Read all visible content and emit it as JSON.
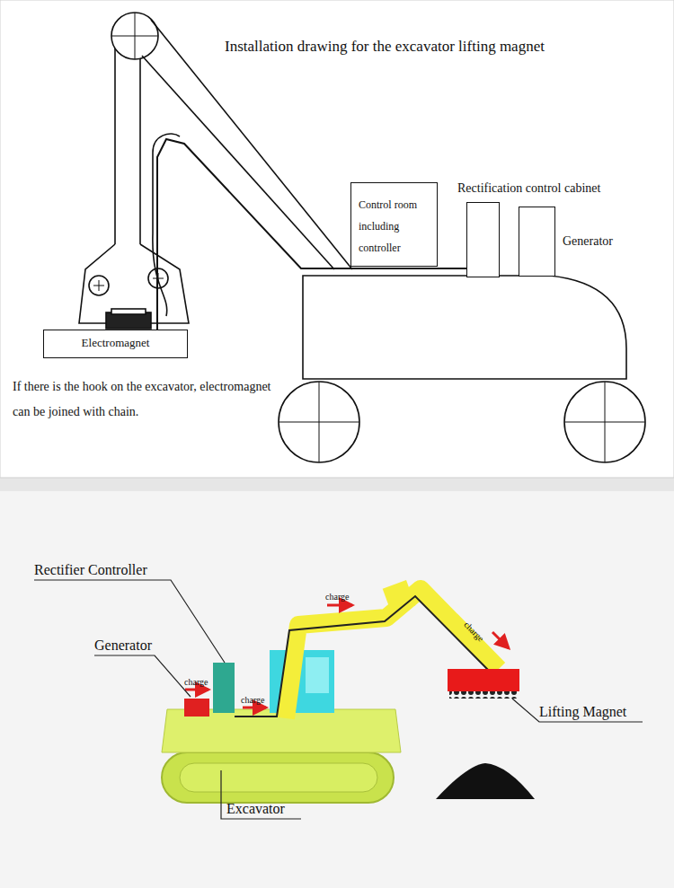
{
  "diagram": {
    "title": "Installation drawing for the excavator lifting magnet",
    "nodes": [
      {
        "text": [
          "Control room including controller"
        ]
      },
      {
        "text": [
          "Rectification control cabinet"
        ]
      },
      {
        "text": [
          "Generator"
        ]
      },
      {
        "text": [
          "Electromagnet"
        ]
      }
    ],
    "edges": [
      {
        "from": 3,
        "to": 1,
        "arrow": "none"
      }
    ],
    "labels": [
      "If there is the hook on the excavator, electromagnet can be joined with chain.",
      "Rectifier Controller",
      "Generator",
      "charge",
      "charge",
      "charge",
      "charge",
      "Lifting Magnet",
      "Excavator"
    ]
  }
}
